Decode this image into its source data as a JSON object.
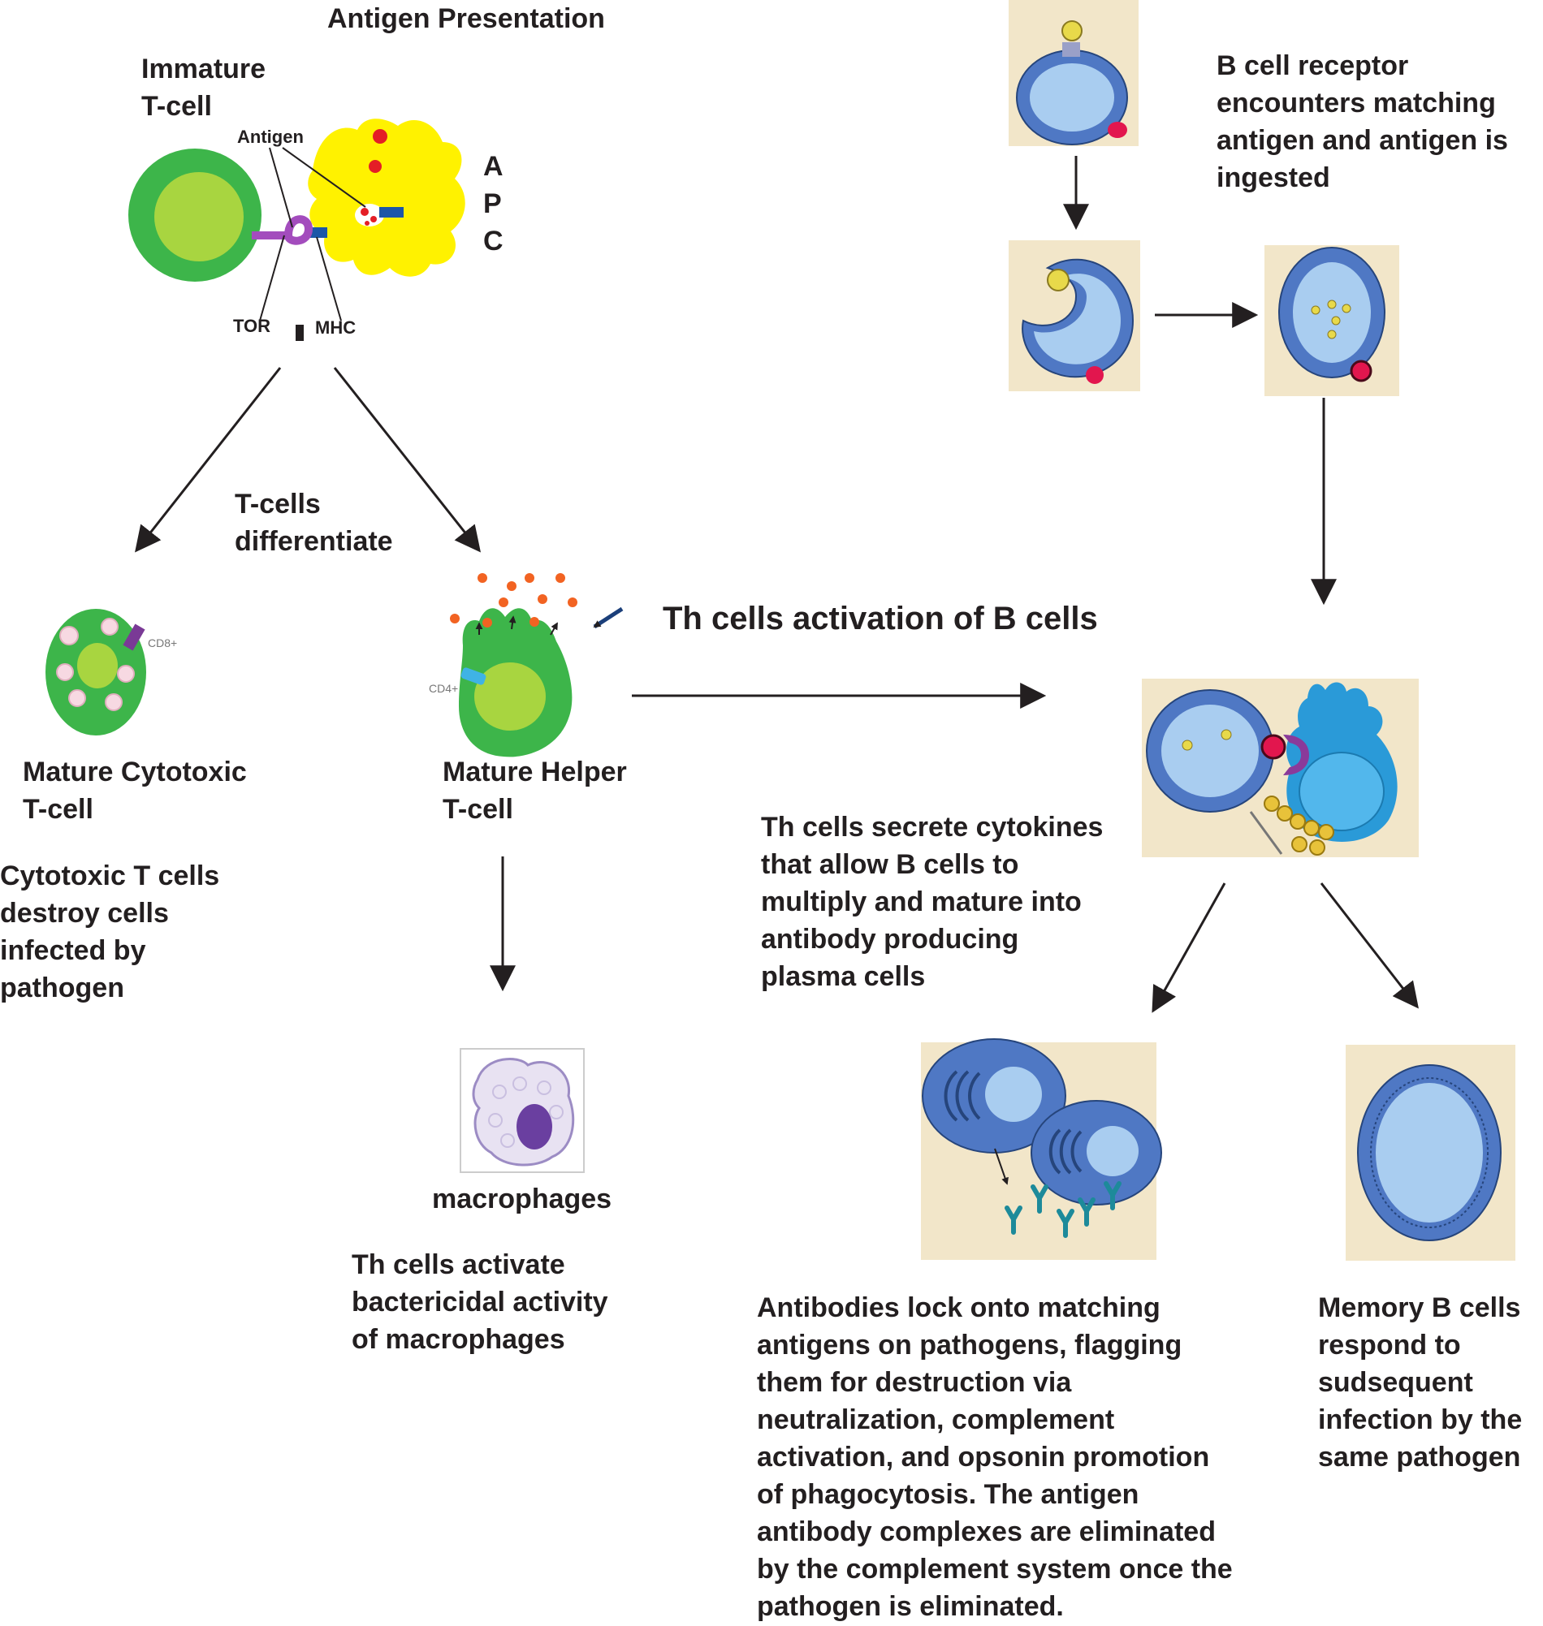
{
  "antigen_presentation": {
    "title": "Antigen Presentation",
    "immature_tcell": "Immature\nT-cell",
    "antigen": "Antigen",
    "apc": "A\nP\nC",
    "tcr": "TOR",
    "mhc": "MHC"
  },
  "differentiate": "T-cells\ndifferentiate",
  "cytotoxic": {
    "label": "Mature Cytotoxic\nT-cell",
    "description": "Cytotoxic T cells\ndestroy cells\ninfected by\npathogen",
    "marker": "CD8+"
  },
  "helper": {
    "label": "Mature Helper\nT-cell",
    "marker": "CD4+"
  },
  "macrophages": {
    "label": "macrophages",
    "description": "Th cells activate\nbactericidal activity\nof macrophages"
  },
  "th_activation_title": "Th cells activation of B cells",
  "bcr_text": "B cell receptor\nencounters matching\nantigen and antigen is\ningested",
  "cytokines_text": "Th cells secrete cytokines\nthat allow B cells to\nmultiply and mature into\nantibody producing\nplasma cells",
  "antibodies_text": "Antibodies lock onto matching\nantigens on pathogens, flagging\nthem for destruction via\nneutralization, complement\nactivation, and opsonin promotion\nof phagocytosis. The antigen\nantibody complexes are eliminated\nby the complement system once the\npathogen is eliminated.",
  "memory_text": "Memory B cells\nrespond to\nsudsequent\ninfection by the\nsame pathogen",
  "colors": {
    "tcell_outer": "#3db54a",
    "tcell_inner": "#a8d540",
    "apc_yellow": "#fff200",
    "panel_bg": "#f2e6c9",
    "bcell_outer": "#4f78c4",
    "bcell_inner": "#a9cdf0",
    "helper_blue": "#2a9ad8",
    "antibody": "#1d8a9a"
  }
}
